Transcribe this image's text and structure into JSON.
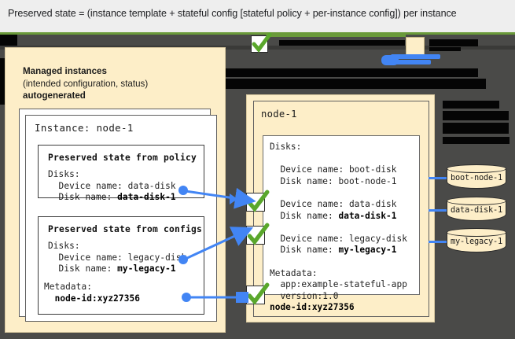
{
  "caption": {
    "text": "Preserved state = (instance template + stateful config [stateful policy + per-instance config]) per instance"
  },
  "colors": {
    "cream": "#fdeec8",
    "canvas": "#4a4a48",
    "accent_blue": "#4285f4",
    "accent_green": "#6a9a3a",
    "check_green": "#5aa72c",
    "caption_bg": "#eeeeee"
  },
  "left_panel": {
    "title": "Managed instances",
    "subtitle": "(intended configuration, status)",
    "emphasis": "autogenerated",
    "instance_label": "Instance: node-1",
    "policy_box": {
      "title": "Preserved state from policy",
      "lines": [
        {
          "text": "Disks:",
          "bold": false
        },
        {
          "text": "  Device name: data-disk",
          "bold": false
        },
        {
          "text": "  Disk name: ",
          "value": "data-disk-1",
          "bold": true
        }
      ]
    },
    "configs_box": {
      "title": "Preserved state from configs",
      "lines": [
        {
          "text": "Disks:",
          "bold": false
        },
        {
          "text": "  Device name: legacy-disk",
          "bold": false
        },
        {
          "text": "  Disk name: ",
          "value": "my-legacy-1",
          "bold": true
        }
      ]
    },
    "metadata": {
      "label": "Metadata:",
      "entry": "node-id:xyz27356"
    }
  },
  "right_panel": {
    "node_title": "node-1",
    "disks_label": "Disks:",
    "entries": [
      {
        "device": "Device name: boot-disk",
        "disk": "Disk name: boot-node-1",
        "disk_value": "boot-node-1",
        "bold": false,
        "checked": false
      },
      {
        "device": "Device name: data-disk",
        "disk": "Disk name: data-disk-1",
        "disk_value": "data-disk-1",
        "bold": true,
        "checked": true
      },
      {
        "device": "Device name: legacy-disk",
        "disk": "Disk name: my-legacy-1",
        "disk_value": "my-legacy-1",
        "bold": true,
        "checked": true
      }
    ],
    "metadata": {
      "label": "Metadata:",
      "app": "  app:example-stateful-app",
      "version": "  version:1.0",
      "node_id": "node-id:xyz27356",
      "checked": true
    }
  },
  "disks": [
    {
      "name": "boot-node-1"
    },
    {
      "name": "data-disk-1"
    },
    {
      "name": "my-legacy-1"
    }
  ],
  "icons": {
    "check": "check-mark-icon",
    "cylinder": "disk-cylinder-icon",
    "arrow": "arrow-right-icon"
  }
}
